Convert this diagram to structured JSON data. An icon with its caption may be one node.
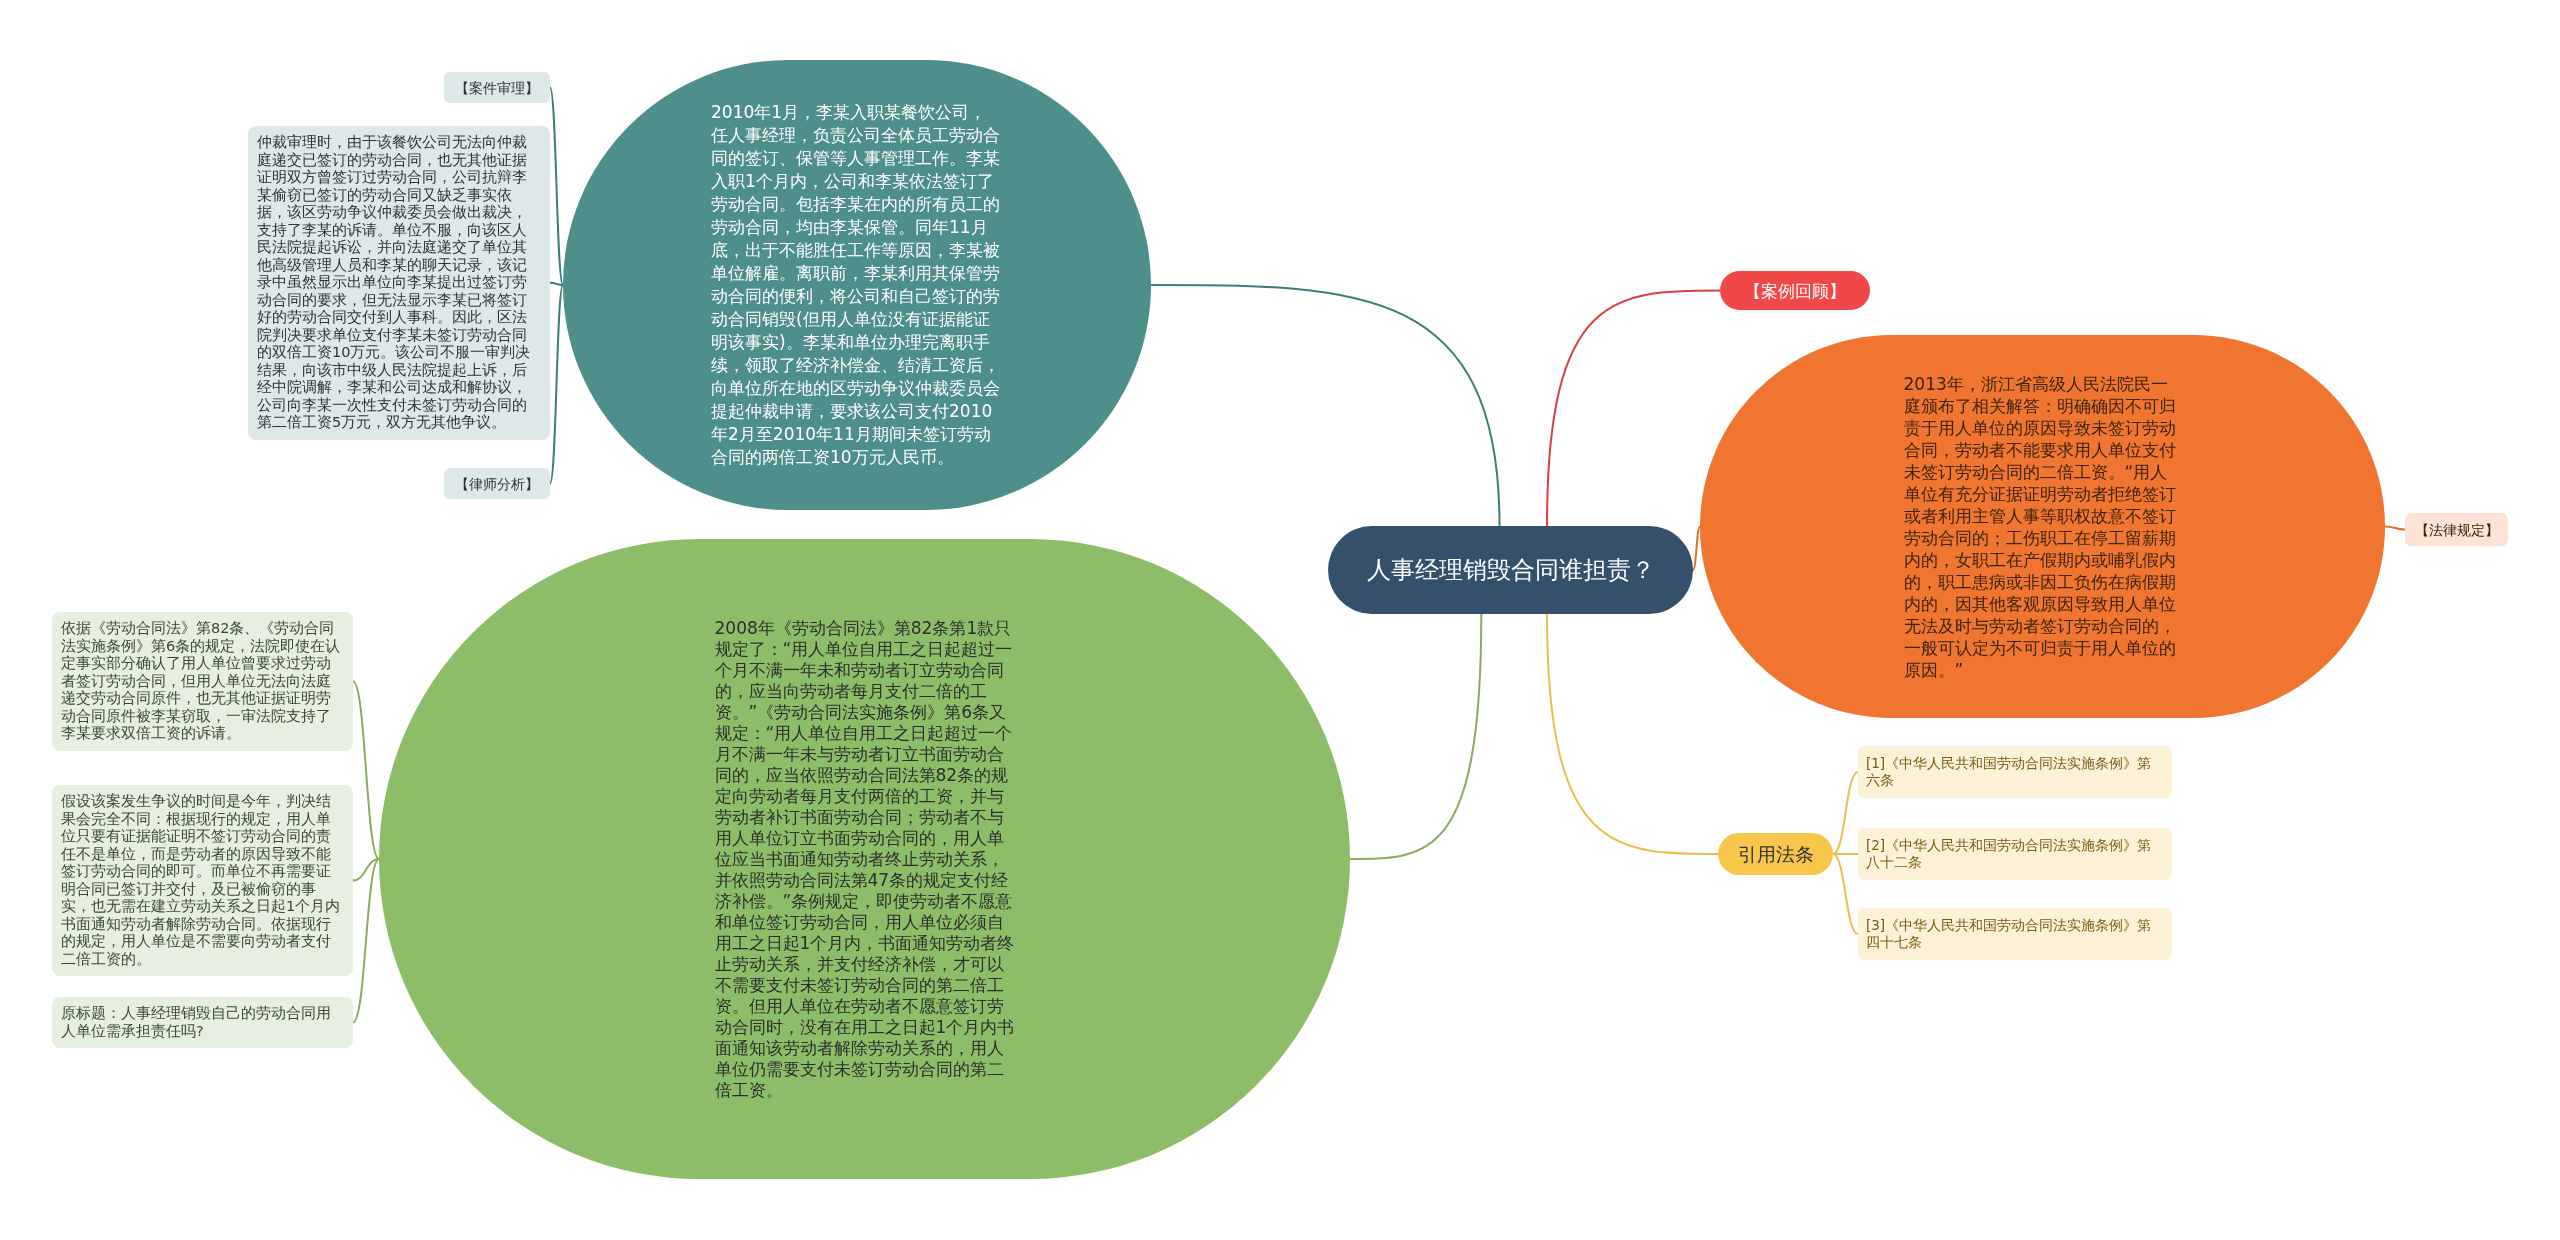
{
  "diagram": {
    "nodes": [
      {
        "text": [
          "人事经理销毁合同谁担责？"
        ]
      },
      {
        "text": [
          "2010年1月，李某入职某餐饮公司，任人事经理，负责公司全体员工劳动合同的签订、保管等人事管理工作。李某入职1个月内，公司和李某依法签订了劳动合同。包括李某在内的所有员工的劳动合同，均由李某保管。同年11月底，出于不能胜任工作等原因，李某被单位解雇。离职前，李某利用其保管劳动合同的便利，将公司和自己签订的劳动合同销毁(但用人单位没有证据能证明该事实)。李某和单位办理完离职手续，领取了经济补偿金、结清工资后，向单位所在地的区劳动争议仲裁委员会提起仲裁申请，要求该公司支付2010年2月至2010年11月期间未签订劳动合同的两倍工资10万元人民币。"
        ]
      },
      {
        "text": [
          "【案件审理】"
        ]
      },
      {
        "text": [
          "仲裁审理时，由于该餐饮公司无法向仲裁庭递交已签订的劳动合同，也无其他证据证明双方曾签订过劳动合同，公司抗辩李某偷窃已签订的劳动合同又缺乏事实依据，该区劳动争议仲裁委员会做出裁决，支持了李某的诉请。单位不服，向该区人民法院提起诉讼，并向法庭递交了单位其他高级管理人员和李某的聊天记录，该记录中虽然显示出单位向李某提出过签订劳动合同的要求，但无法显示李某已将签订好的劳动合同交付到人事科。因此，区法院判决要求单位支付李某未签订劳动合同的双倍工资10万元。该公司不服一审判决结果，向该市中级人民法院提起上诉，后经中院调解，李某和公司达成和解协议，公司向李某一次性支付未签订劳动合同的第二倍工资5万元，双方无其他争议。"
        ]
      },
      {
        "text": [
          "【律师分析】"
        ]
      },
      {
        "text": [
          "2008年《劳动合同法》第82条第1款只规定了：“用人单位自用工之日起超过一个月不满一年未和劳动者订立劳动合同的，应当向劳动者每月支付二倍的工资。”《劳动合同法实施条例》第6条又规定：“用人单位自用工之日起超过一个月不满一年未与劳动者订立书面劳动合同的，应当依照劳动合同法第82条的规定向劳动者每月支付两倍的工资，并与劳动者补订书面劳动合同；劳动者不与用人单位订立书面劳动合同的，用人单位应当书面通知劳动者终止劳动关系，并依照劳动合同法第47条的规定支付经济补偿。”条例规定，即使劳动者不愿意和单位签订劳动合同，用人单位必须自用工之日起1个月内，书面通知劳动者终止劳动关系，并支付经济补偿，才可以不需要支付未签订劳动合同的第二倍工资。但用人单位在劳动者不愿意签订劳动合同时，没有在用工之日起1个月内书面通知该劳动者解除劳动关系的，用人单位仍需要支付未签订劳动合同的第二倍工资。"
        ]
      },
      {
        "text": [
          "依据《劳动合同法》第82条、《劳动合同法实施条例》第6条的规定，法院即使在认定事实部分确认了用人单位曾要求过劳动者签订劳动合同，但用人单位无法向法庭递交劳动合同原件，也无其他证据证明劳动合同原件被李某窃取，一审法院支持了李某要求双倍工资的诉请。"
        ]
      },
      {
        "text": [
          "假设该案发生争议的时间是今年，判决结果会完全不同：根据现行的规定，用人单位只要有证据能证明不签订劳动合同的责任不是单位，而是劳动者的原因导致不能签订劳动合同的即可。而单位不再需要证明合同已签订并交付，及已被偷窃的事实，也无需在建立劳动关系之日起1个月内书面通知劳动者解除劳动合同。依据现行的规定，用人单位是不需要向劳动者支付二倍工资的。"
        ]
      },
      {
        "text": [
          "原标题：人事经理销毁自己的劳动合同用人单位需承担责任吗?"
        ]
      },
      {
        "text": [
          "【案例回顾】"
        ]
      },
      {
        "text": [
          "2013年，浙江省高级人民法院民一庭颁布了相关解答：明确确因不可归责于用人单位的原因导致未签订劳动合同，劳动者不能要求用人单位支付未签订劳动合同的二倍工资。“用人单位有充分证据证明劳动者拒绝签订或者利用主管人事等职权故意不签订劳动合同的；工伤职工在停工留薪期内的，女职工在产假期内或哺乳假内的，职工患病或非因工负伤在病假期内的，因其他客观原因导致用人单位无法及时与劳动者签订劳动合同的，一般可认定为不可归责于用人单位的原因。”"
        ]
      },
      {
        "text": [
          "【法律规定】"
        ]
      },
      {
        "text": [
          "引用法条"
        ]
      },
      {
        "text": [
          "[1]《中华人民共和国劳动合同法实施条例》第六条"
        ]
      },
      {
        "text": [
          "[2]《中华人民共和国劳动合同法实施条例》第八十二条"
        ]
      },
      {
        "text": [
          "[3]《中华人民共和国劳动合同法实施条例》第四十七条"
        ]
      }
    ],
    "edges": [
      {
        "from": 0,
        "to": 1,
        "arrow": "none",
        "color": "#3d7d79"
      },
      {
        "from": 0,
        "to": 5,
        "arrow": "none",
        "color": "#8aaa5e"
      },
      {
        "from": 0,
        "to": 9,
        "arrow": "none",
        "color": "#d94040"
      },
      {
        "from": 0,
        "to": 10,
        "arrow": "none",
        "color": "#e0702a"
      },
      {
        "from": 0,
        "to": 12,
        "arrow": "none",
        "color": "#e8c050"
      },
      {
        "from": 1,
        "to": 2,
        "arrow": "none",
        "color": "#3d7d79"
      },
      {
        "from": 1,
        "to": 3,
        "arrow": "none",
        "color": "#3d7d79"
      },
      {
        "from": 1,
        "to": 4,
        "arrow": "none",
        "color": "#3d7d79"
      },
      {
        "from": 5,
        "to": 6,
        "arrow": "none",
        "color": "#8aaa5e"
      },
      {
        "from": 5,
        "to": 7,
        "arrow": "none",
        "color": "#8aaa5e"
      },
      {
        "from": 5,
        "to": 8,
        "arrow": "none",
        "color": "#8aaa5e"
      },
      {
        "from": 10,
        "to": 11,
        "arrow": "none",
        "color": "#e0702a"
      },
      {
        "from": 12,
        "to": 13,
        "arrow": "none",
        "color": "#e8c050"
      },
      {
        "from": 12,
        "to": 14,
        "arrow": "none",
        "color": "#e8c050"
      },
      {
        "from": 12,
        "to": 15,
        "arrow": "none",
        "color": "#e8c050"
      }
    ]
  }
}
